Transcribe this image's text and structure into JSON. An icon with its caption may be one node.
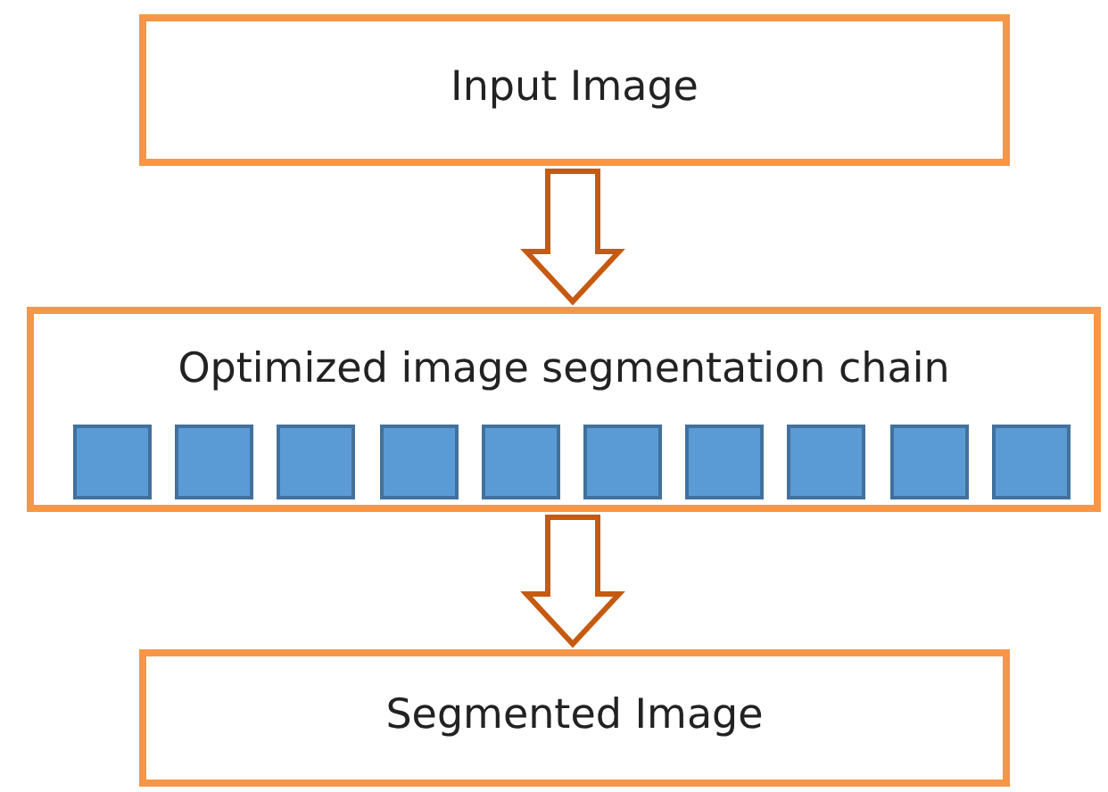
{
  "diagram": {
    "nodes": [
      {
        "text": [
          "Input Image"
        ]
      },
      {
        "text": [
          "Optimized image segmentation chain"
        ]
      },
      {
        "text": [],
        "shape": "box",
        "in": 1
      },
      {
        "text": [],
        "shape": "box",
        "in": 1
      },
      {
        "text": [],
        "shape": "box",
        "in": 1
      },
      {
        "text": [],
        "shape": "box",
        "in": 1
      },
      {
        "text": [],
        "shape": "box",
        "in": 1
      },
      {
        "text": [],
        "shape": "box",
        "in": 1
      },
      {
        "text": [],
        "shape": "box",
        "in": 1
      },
      {
        "text": [],
        "shape": "box",
        "in": 1
      },
      {
        "text": [],
        "shape": "box",
        "in": 1
      },
      {
        "text": [],
        "shape": "box",
        "in": 1
      },
      {
        "text": [
          "Segmented Image"
        ]
      }
    ],
    "edges": [
      {
        "from": 0,
        "to": 1,
        "arrow": "to"
      },
      {
        "from": 1,
        "to": 12,
        "arrow": "to"
      }
    ]
  }
}
